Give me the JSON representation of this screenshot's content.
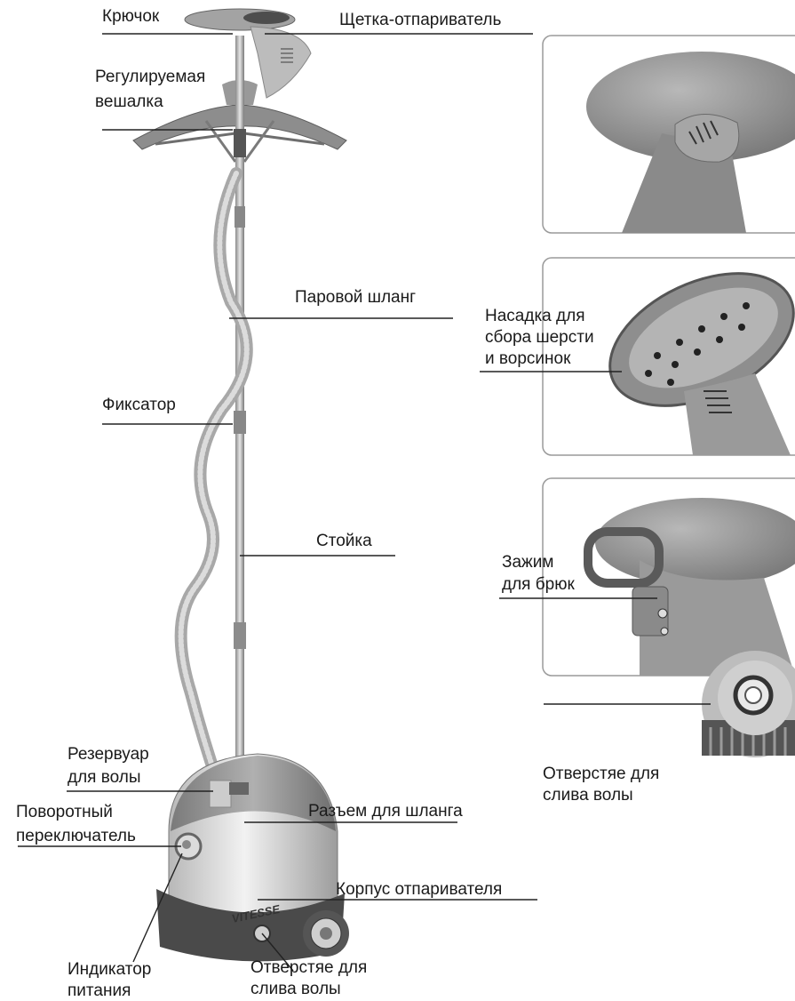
{
  "labels": {
    "hook": "Крючок",
    "steam_brush": "Щетка-отпариватель",
    "hanger_l1": "Регулируемая",
    "hanger_l2": "вешалка",
    "steam_hose": "Паровой шланг",
    "lint_l1": "Насадка для",
    "lint_l2": "сбора шерсти",
    "lint_l3": "и ворсинок",
    "clip_holder": "Фиксатор",
    "pole": "Стойка",
    "trouser_l1": "Зажим",
    "trouser_l2": "для брюк",
    "tank_l1": "Резервуар",
    "tank_l2": "для волы",
    "switch_l1": "Поворотный",
    "switch_l2": "переключатель",
    "hose_socket": "Разъем для шланга",
    "drain_side_l1": "Отверстяе для",
    "drain_side_l2": "слива волы",
    "body": "Корпус отпаривателя",
    "indicator_l1": "Индикатор",
    "indicator_l2": "питания",
    "drain_l1": "Отверстяе для",
    "drain_l2": "слива волы"
  },
  "brand": "VITESSE",
  "colors": {
    "leader": "#222222",
    "plastic": "#8c8c8c",
    "plastic_light": "#c4c4c4",
    "metal": "#b5b5b5",
    "dark": "#3a3a3a"
  }
}
